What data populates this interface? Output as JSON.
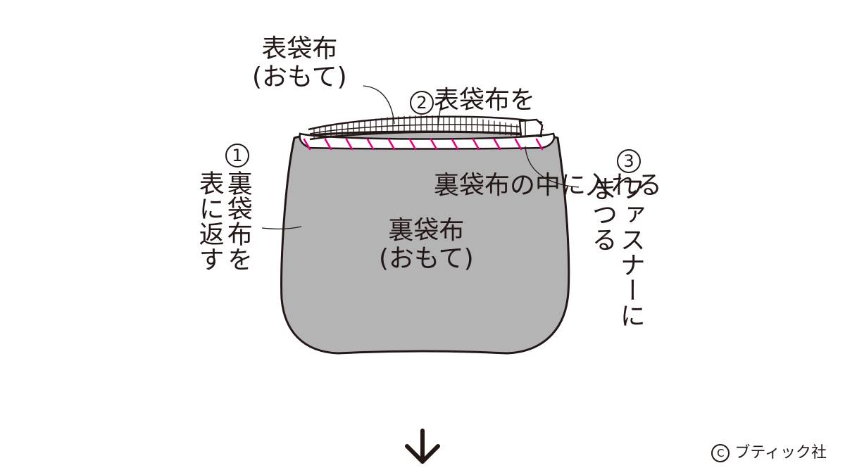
{
  "labels": {
    "outer_fabric": "表袋布\n(おもて)",
    "inner_fabric": "裏袋布\n(おもて)",
    "step1_number": "1",
    "step1_col_a": "裏袋布を",
    "step1_col_b": "表に返す",
    "step2_number": "2",
    "step2_line1": "表袋布を",
    "step2_line2": "裏袋布の中に入れる",
    "step3_number": "3",
    "step3_col_a": "ファスナーに",
    "step3_col_b": "まつる"
  },
  "credit": "ブティック社",
  "colors": {
    "ink": "#231815",
    "fabric_fill": "#b4b4b5",
    "stitch": "#e4007f"
  },
  "icons": {
    "next_step": "arrow-down-icon",
    "copyright": "copyright-icon"
  }
}
